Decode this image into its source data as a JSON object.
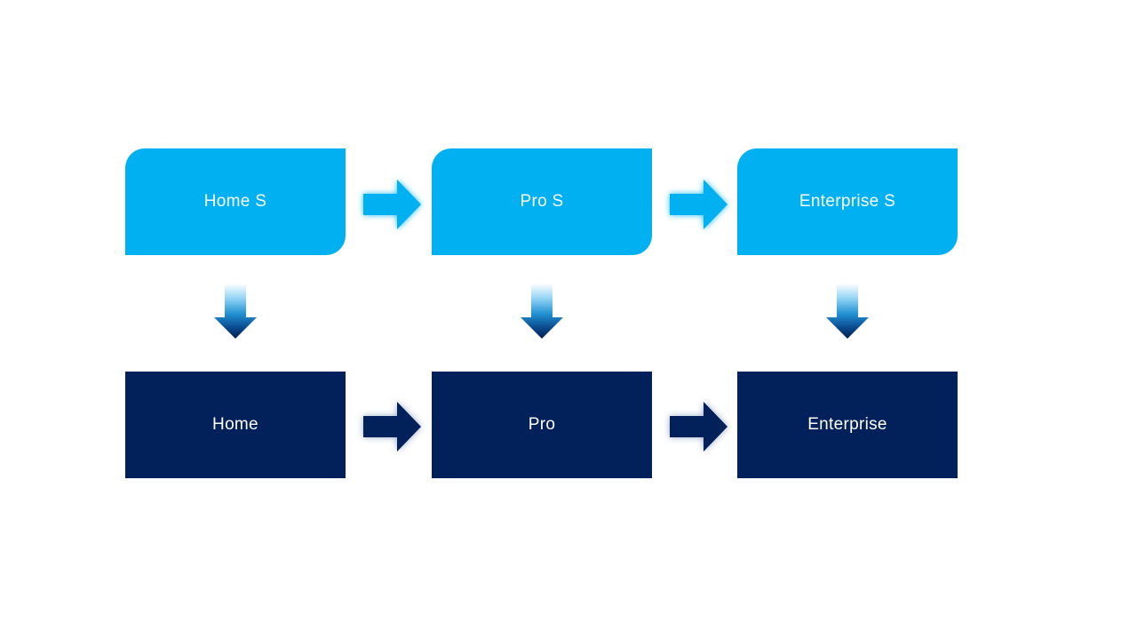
{
  "diagram": {
    "title": "edition-upgrade-flow",
    "background_color": "#ffffff",
    "node_style": {
      "top_fill": "#00b0f0",
      "bottom_fill": "#02215b",
      "text_color": "#ffffff"
    },
    "arrow_colors": {
      "horizontal_top": "#00b0f0",
      "horizontal_bottom": "#02215b",
      "down_gradient": [
        "#ffffff",
        "#8ed1f4",
        "#2191d2",
        "#0a4a8e",
        "#041f50"
      ]
    },
    "columns": [
      {
        "top_label": "Home S",
        "bottom_label": "Home"
      },
      {
        "top_label": "Pro S",
        "bottom_label": "Pro"
      },
      {
        "top_label": "Enterprise S",
        "bottom_label": "Enterprise"
      }
    ]
  }
}
